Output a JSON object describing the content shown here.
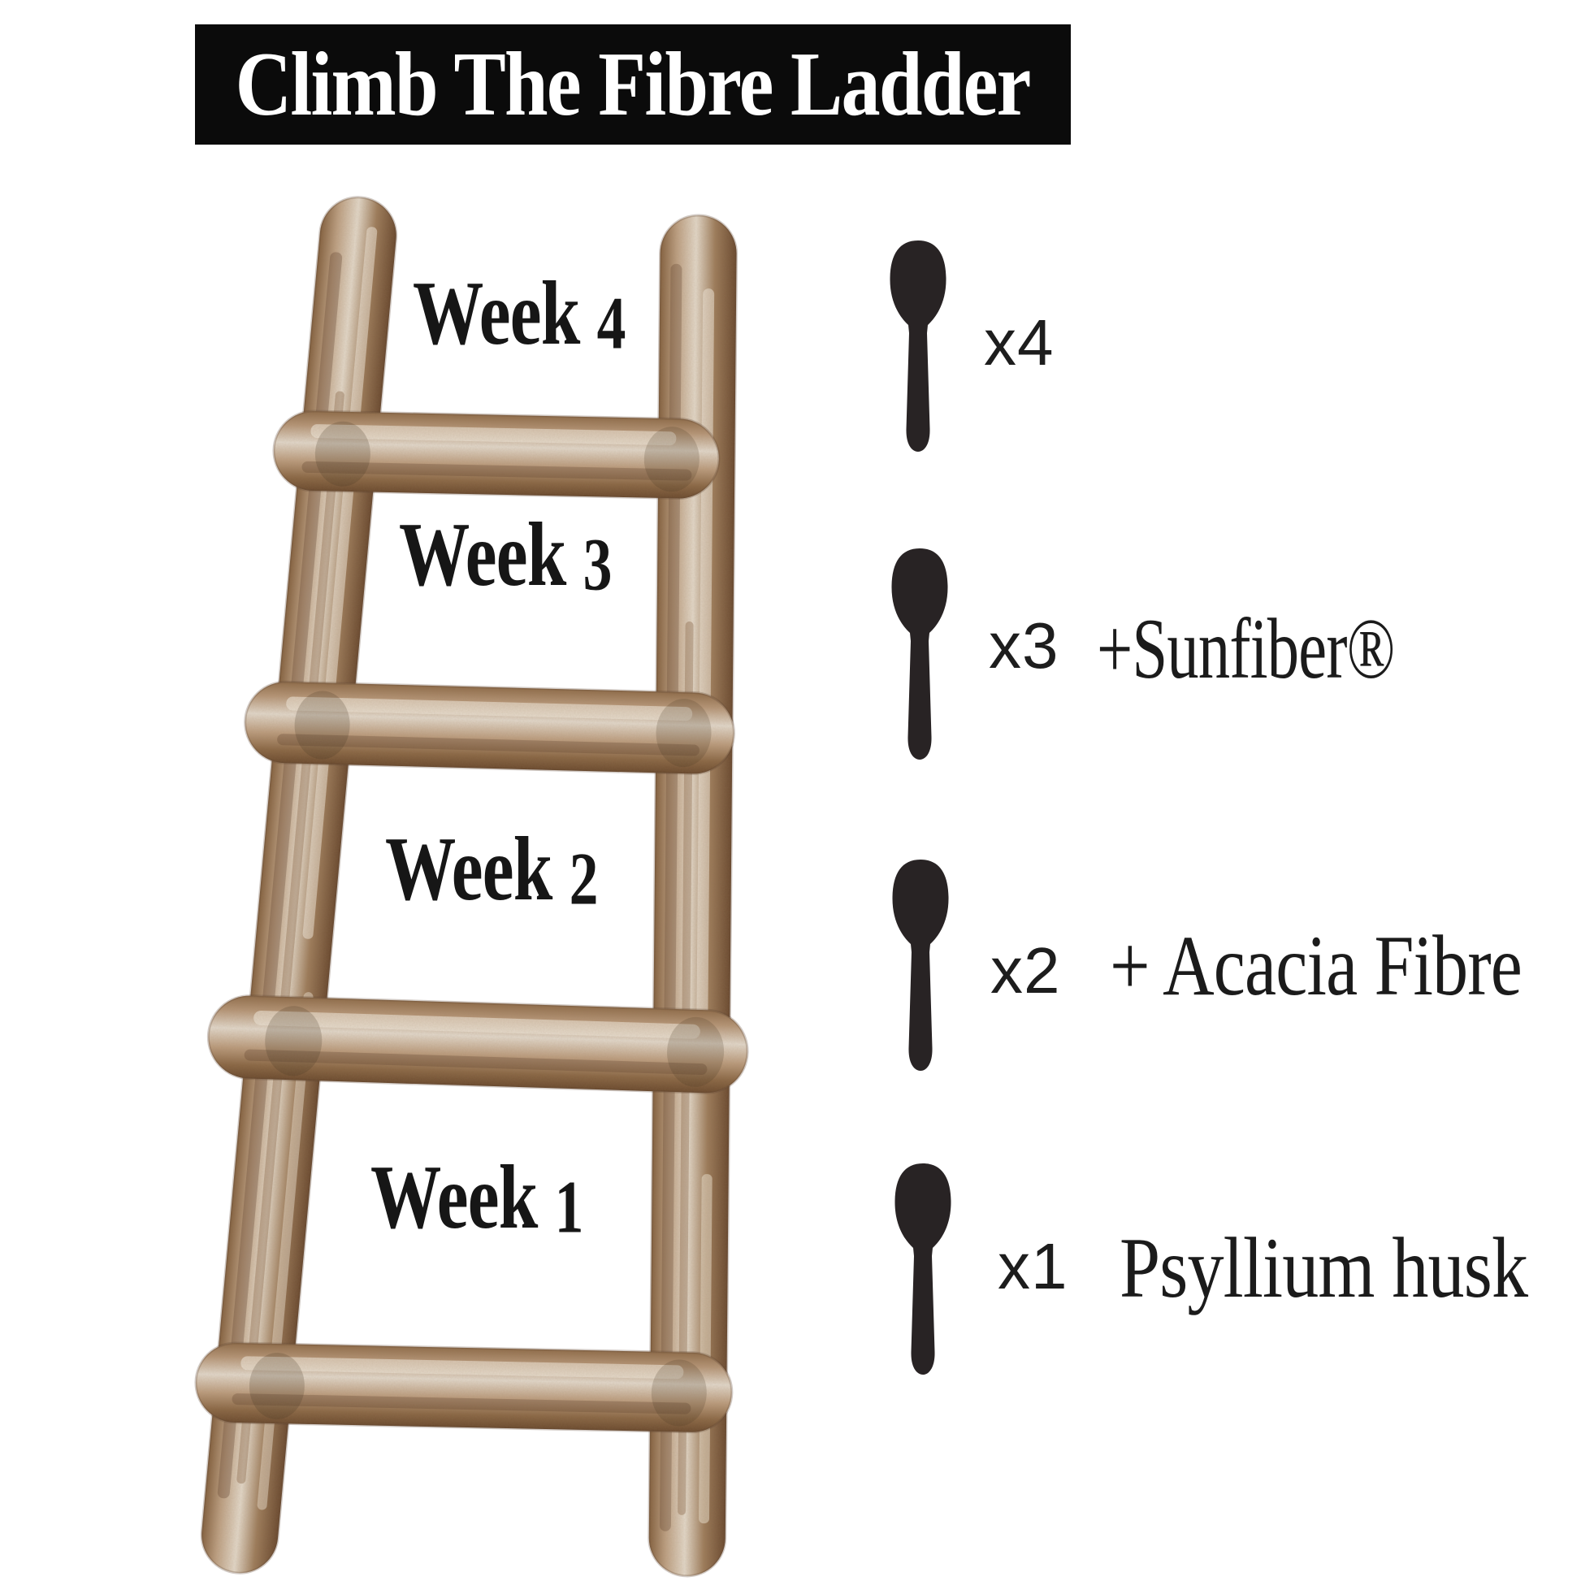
{
  "title": {
    "banner_label": "Climb The Fibre Ladder"
  },
  "ladder": {
    "description": "watercolor wooden ladder with four rungs",
    "weeks": [
      {
        "label": "Week 4"
      },
      {
        "label": "Week 3"
      },
      {
        "label": "Week 2"
      },
      {
        "label": "Week 1"
      }
    ]
  },
  "doses": [
    {
      "week": "Week 4",
      "multiplier": "x4",
      "supplement": ""
    },
    {
      "week": "Week 3",
      "multiplier": "x3",
      "supplement": "+Sunfiber®"
    },
    {
      "week": "Week 2",
      "multiplier": "x2",
      "supplement": "+ Acacia Fibre"
    },
    {
      "week": "Week 1",
      "multiplier": "x1",
      "supplement": "Psyllium husk"
    }
  ],
  "icons": {
    "spoon": "teaspoon-silhouette"
  },
  "colors": {
    "background": "#ffffff",
    "banner": "#0b0b0b",
    "banner_text": "#ffffff",
    "text": "#1b1b1b",
    "spoon": "#282324",
    "wood_dark": "#6b4a2e",
    "wood_mid": "#a3805f",
    "wood_light": "#e6ddd1"
  }
}
